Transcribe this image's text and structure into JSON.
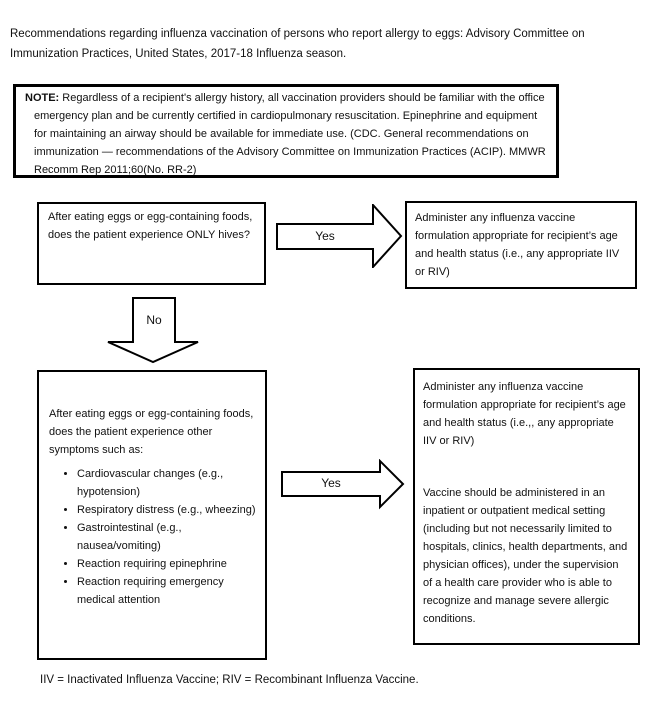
{
  "title": "Recommendations regarding influenza vaccination of persons who report allergy to eggs: Advisory Committee on Immunization Practices, United States, 2017-18 Influenza season.",
  "note": {
    "label": "NOTE:",
    "text": "Regardless of a recipient's allergy history, all vaccination providers should be familiar with the office emergency plan and be currently certified in cardiopulmonary resuscitation. Epinephrine and equipment for maintaining an airway should be available for immediate use. (CDC. General recommendations on immunization — recommendations of the Advisory Committee on Immunization Practices (ACIP). MMWR Recomm Rep 2011;60(No. RR-2)"
  },
  "flow": {
    "question1": "After eating eggs or egg-containing foods, does the patient experience ONLY hives?",
    "yes1_label": "Yes",
    "outcome1": "Administer any influenza vaccine formulation appropriate for recipient’s age and health status (i.e., any appropriate IIV or RIV)",
    "no_label": "No",
    "question2_intro": "After eating eggs or egg-containing foods, does the patient experience other symptoms such as:",
    "question2_bullets": [
      "Cardiovascular changes (e.g., hypotension)",
      "Respiratory distress (e.g., wheezing)",
      "Gastrointestinal (e.g., nausea/vomiting)",
      "Reaction requiring epinephrine",
      "Reaction requiring emergency medical attention"
    ],
    "yes2_label": "Yes",
    "outcome2_para1": "Administer any influenza vaccine formulation appropriate for recipient’s age and health status (i.e.,, any appropriate IIV or RIV)",
    "outcome2_para2": "Vaccine should be administered in an inpatient or outpatient medical setting (including but not necessarily limited to hospitals, clinics, health departments, and physician offices), under the supervision of a health care provider who is able to recognize and manage severe allergic conditions."
  },
  "footnote": "IIV = Inactivated Influenza Vaccine; RIV = Recombinant Influenza Vaccine.",
  "colors": {
    "background": "#ffffff",
    "line": "#000000",
    "text": "#111111"
  }
}
